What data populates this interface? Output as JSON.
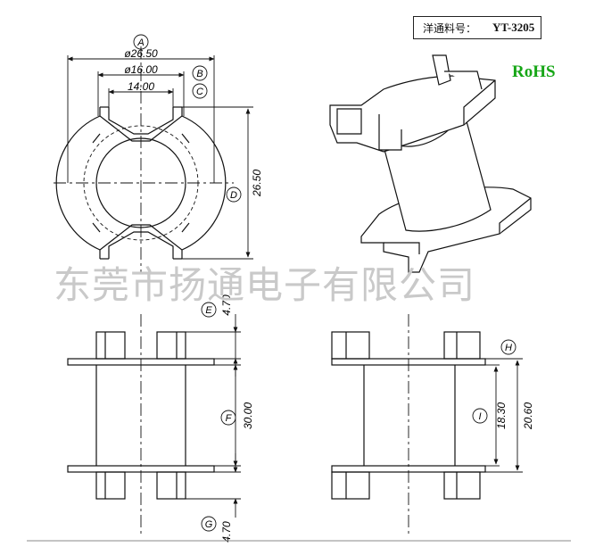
{
  "part_label": {
    "prefix": "洋通料号：",
    "number": "YT-3205"
  },
  "rohs": "RoHS",
  "watermark": "东莞市扬通电子有限公司",
  "dims": {
    "a_callout": "A",
    "a_value": "ø26.50",
    "b_callout": "B",
    "b_value": "ø16.00",
    "c_callout": "C",
    "c_value": "14.00",
    "d_callout": "D",
    "d_value": "26.50",
    "e_callout": "E",
    "e_value": "4.70",
    "f_callout": "F",
    "f_value": "30.00",
    "g_callout": "G",
    "g_value": "4.70",
    "h_callout": "H",
    "i_callout": "I",
    "i_value": "18.30",
    "j_value": "20.60"
  }
}
